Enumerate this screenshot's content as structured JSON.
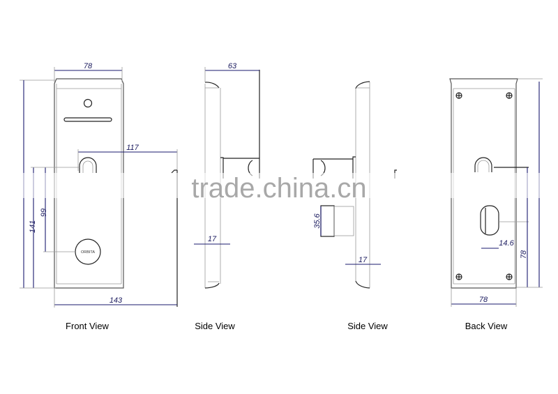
{
  "drawing": {
    "views": [
      {
        "id": "front",
        "caption": "Front View",
        "dimensions": {
          "width_top": "78",
          "handle_offset": "117",
          "height_total": "141",
          "height_to_reader": "99",
          "width_bottom": "143"
        },
        "logo_text": "ORBITA"
      },
      {
        "id": "side1",
        "caption": "Side View",
        "dimensions": {
          "depth": "63",
          "thickness": "17"
        }
      },
      {
        "id": "side2",
        "caption": "Side View",
        "dimensions": {
          "cylinder": "35.6",
          "thickness": "17"
        }
      },
      {
        "id": "back",
        "caption": "Back View",
        "dimensions": {
          "width": "78",
          "height_to_slot": "78",
          "slot_width": "14.6"
        }
      }
    ],
    "watermark": "trade.china.cn",
    "colors": {
      "dimension": "#1a1a6e",
      "outline": "#555555",
      "watermark": "#9a9a9a"
    }
  }
}
